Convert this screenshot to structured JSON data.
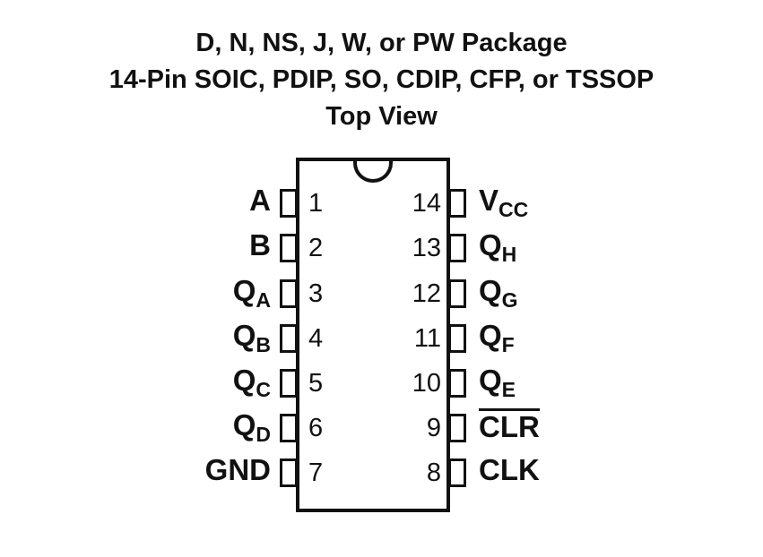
{
  "title": {
    "line1": "D, N, NS, J, W, or PW Package",
    "line2": "14-Pin SOIC, PDIP, SO, CDIP, CFP, or TSSOP",
    "line3": "Top View"
  },
  "chip": {
    "left_pins": [
      {
        "number": "1",
        "name": "A",
        "sub": ""
      },
      {
        "number": "2",
        "name": "B",
        "sub": ""
      },
      {
        "number": "3",
        "name": "Q",
        "sub": "A"
      },
      {
        "number": "4",
        "name": "Q",
        "sub": "B"
      },
      {
        "number": "5",
        "name": "Q",
        "sub": "C"
      },
      {
        "number": "6",
        "name": "Q",
        "sub": "D"
      },
      {
        "number": "7",
        "name": "GND",
        "sub": ""
      }
    ],
    "right_pins": [
      {
        "number": "14",
        "name": "V",
        "sub": "CC",
        "overline": false
      },
      {
        "number": "13",
        "name": "Q",
        "sub": "H",
        "overline": false
      },
      {
        "number": "12",
        "name": "Q",
        "sub": "G",
        "overline": false
      },
      {
        "number": "11",
        "name": "Q",
        "sub": "F",
        "overline": false
      },
      {
        "number": "10",
        "name": "Q",
        "sub": "E",
        "overline": false
      },
      {
        "number": "9",
        "name": "CLR",
        "sub": "",
        "overline": true
      },
      {
        "number": "8",
        "name": "CLK",
        "sub": "",
        "overline": false
      }
    ],
    "colors": {
      "line": "#111111",
      "background": "#ffffff"
    }
  }
}
